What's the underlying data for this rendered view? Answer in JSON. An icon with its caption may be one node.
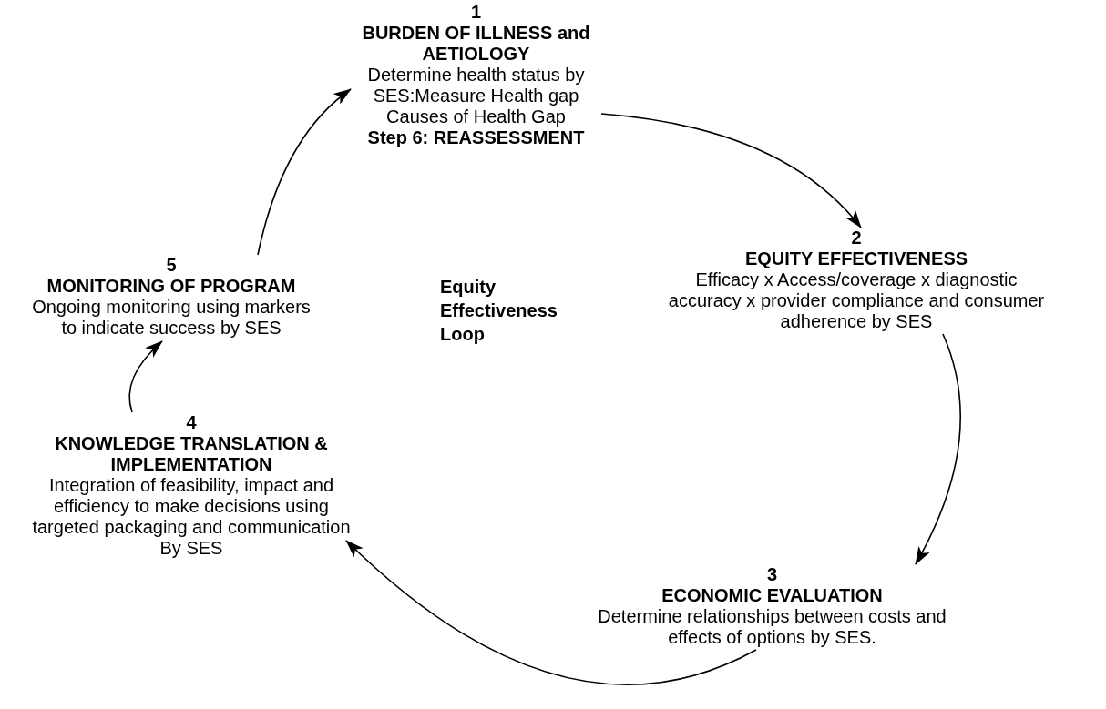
{
  "diagram": {
    "nodes": [
      {
        "text": [
          "1",
          "BURDEN OF ILLNESS and AETIOLOGY",
          "Determine health status by SES:Measure Health gap Causes of Health Gap",
          "Step 6: REASSESSMENT"
        ]
      },
      {
        "text": [
          "2",
          "EQUITY EFFECTIVENESS",
          "Efficacy x Access/coverage x diagnostic accuracy x provider compliance and consumer adherence by SES"
        ]
      },
      {
        "text": [
          "3",
          "ECONOMIC EVALUATION",
          "Determine relationships between costs and effects of options by SES."
        ]
      },
      {
        "text": [
          "4",
          "KNOWLEDGE TRANSLATION & IMPLEMENTATION",
          "Integration of feasibility, impact and efficiency to make decisions using targeted packaging and communication",
          "By SES"
        ]
      },
      {
        "text": [
          "5",
          "MONITORING OF PROGRAM",
          "Ongoing monitoring using markers to indicate success by SES"
        ]
      }
    ],
    "edges": [
      {
        "from": 0,
        "to": 1,
        "arrow": "to"
      },
      {
        "from": 1,
        "to": 2,
        "arrow": "to"
      },
      {
        "from": 2,
        "to": 3,
        "arrow": "to"
      },
      {
        "from": 3,
        "to": 4,
        "arrow": "to"
      },
      {
        "from": 4,
        "to": 0,
        "arrow": "to"
      }
    ],
    "labels": [
      "Equity Effectiveness Loop"
    ]
  }
}
